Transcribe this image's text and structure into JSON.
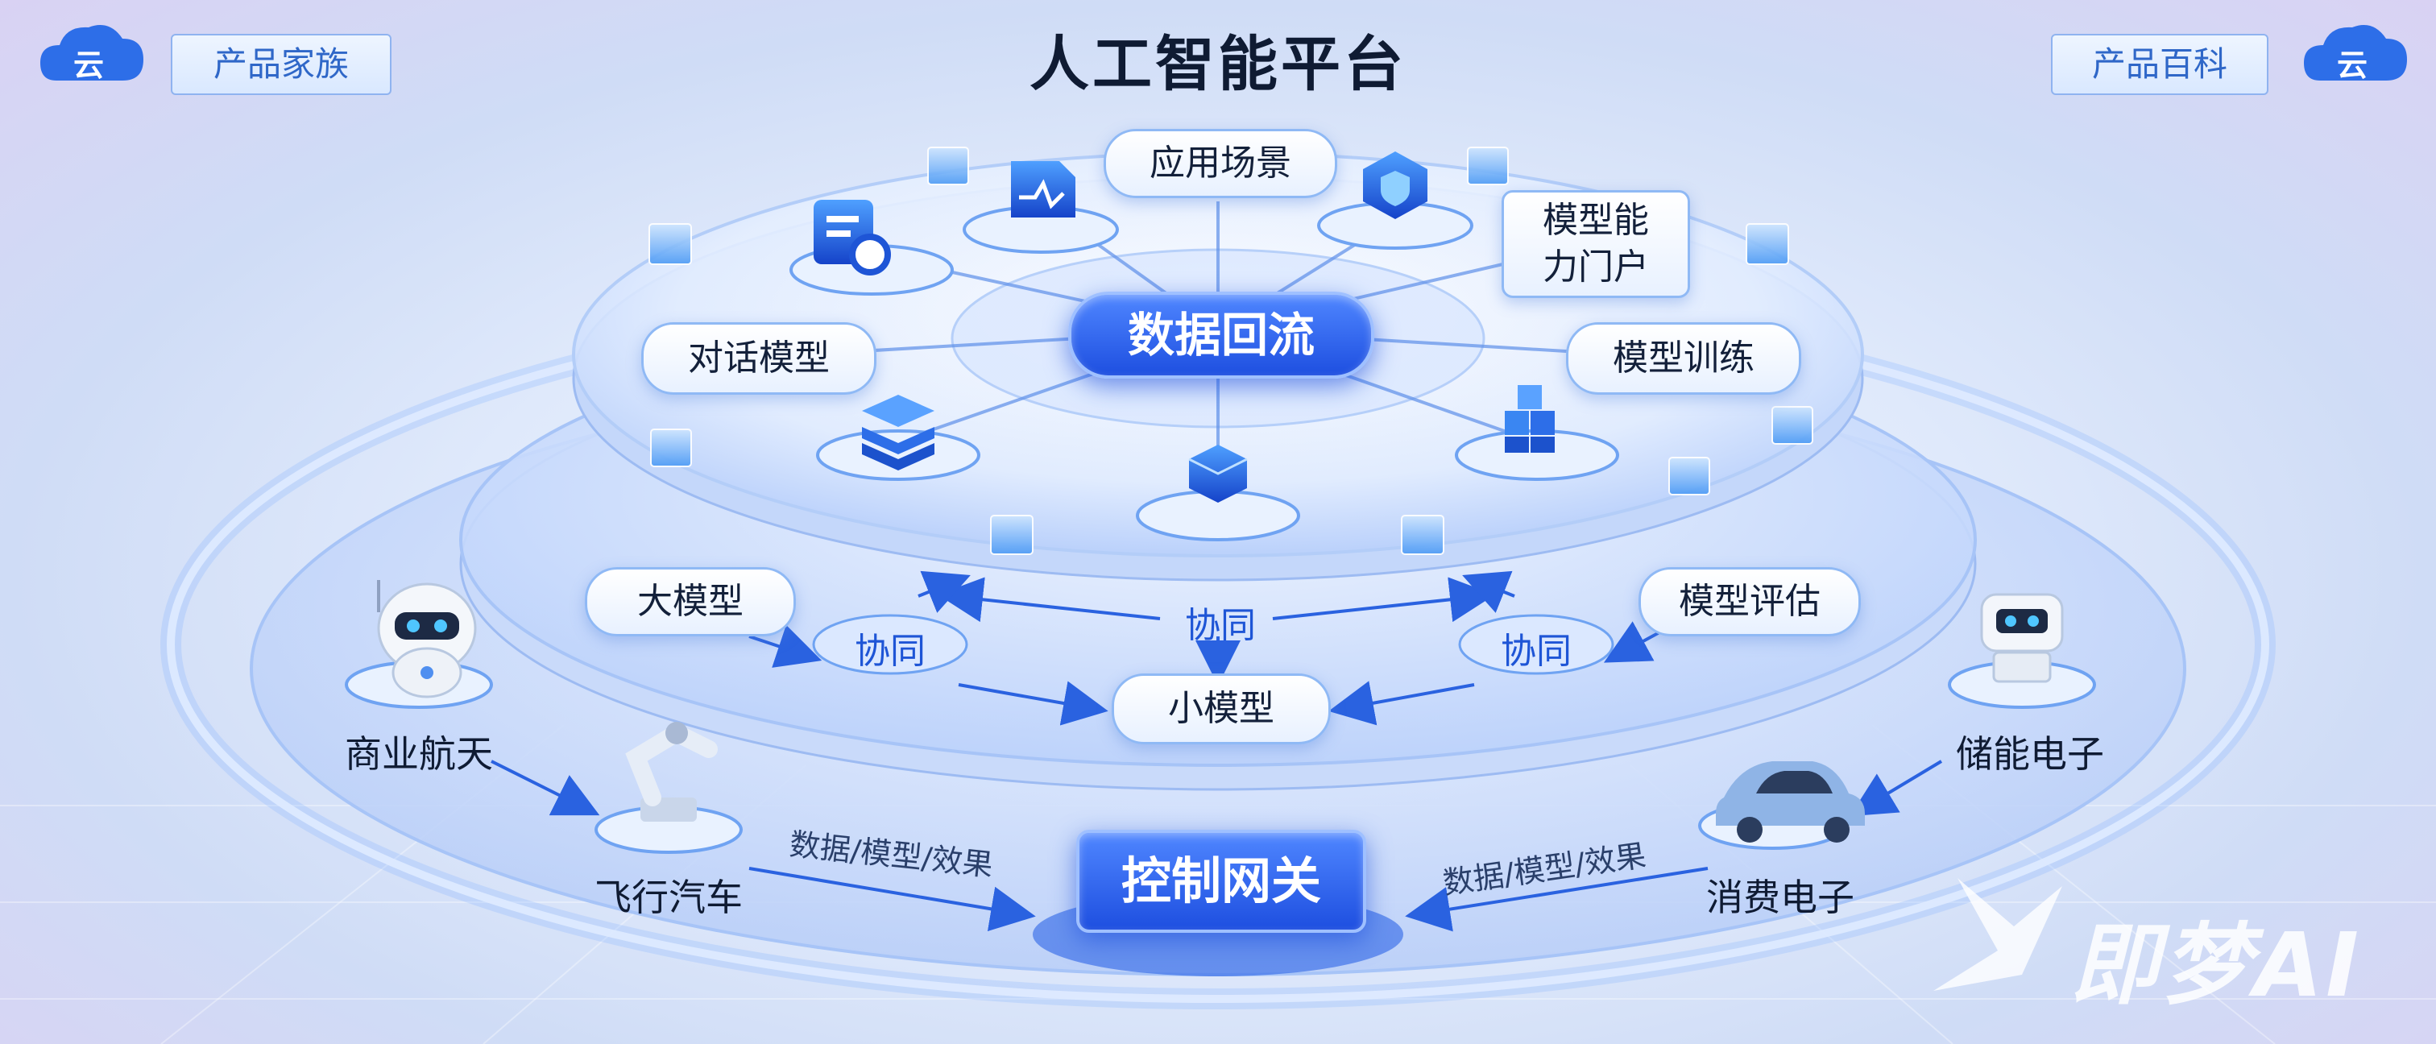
{
  "header": {
    "left_cloud": "云",
    "left_button": "产品家族",
    "title": "人工智能平台",
    "right_button": "产品百科",
    "right_cloud": "云"
  },
  "top_ring": {
    "hub": "数据回流",
    "nodes": [
      "应用场景",
      "模型能力门户",
      "对话模型",
      "模型训练"
    ],
    "node_lines": [
      [
        "模型能",
        "力门户"
      ]
    ]
  },
  "middle_ring": {
    "nodes": [
      "大模型",
      "模型评估",
      "小模型"
    ],
    "collab": [
      "协同",
      "协同",
      "协同"
    ]
  },
  "bottom_ring": {
    "gateway": "控制网关",
    "industries": [
      "商业航天",
      "飞行汽车",
      "储能电子",
      "消费电子"
    ],
    "flow_label_left": "数据/模型/效果",
    "flow_label_right": "数据/模型/效果"
  },
  "watermark": "即梦AI",
  "colors": {
    "accent": "#1e4fe0",
    "pill_border": "#8fb9f5",
    "title": "#0f1b33"
  }
}
